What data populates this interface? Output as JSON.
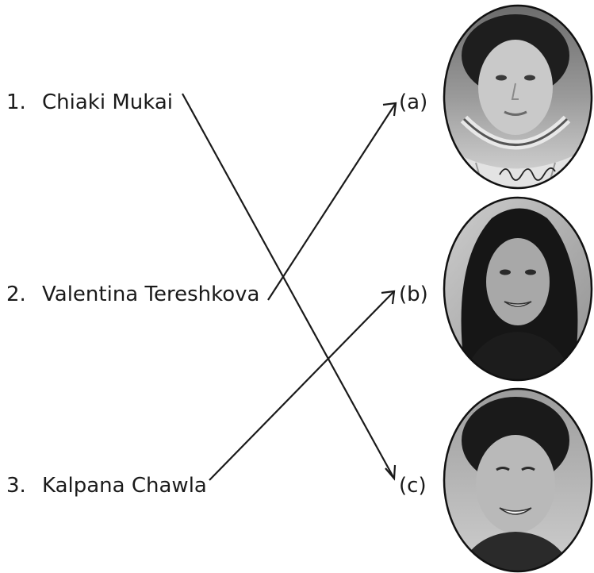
{
  "items": [
    {
      "number": "1.",
      "name": "Chiaki Mukai"
    },
    {
      "number": "2.",
      "name": "Valentina Tereshkova"
    },
    {
      "number": "3.",
      "name": "Kalpana Chawla"
    }
  ],
  "options": [
    {
      "label": "(a)",
      "portrait": "astronaut in spacesuit with helmet ring and signature"
    },
    {
      "label": "(b)",
      "portrait": "smiling woman with long dark hair"
    },
    {
      "label": "(c)",
      "portrait": "smiling woman with short dark hair"
    }
  ],
  "matches": [
    {
      "from": "1.",
      "to": "(c)"
    },
    {
      "from": "2.",
      "to": "(a)"
    },
    {
      "from": "3.",
      "to": "(b)"
    }
  ],
  "colors": {
    "text": "#1a1a1a",
    "line": "#1a1a1a",
    "portrait_border": "#111111"
  }
}
